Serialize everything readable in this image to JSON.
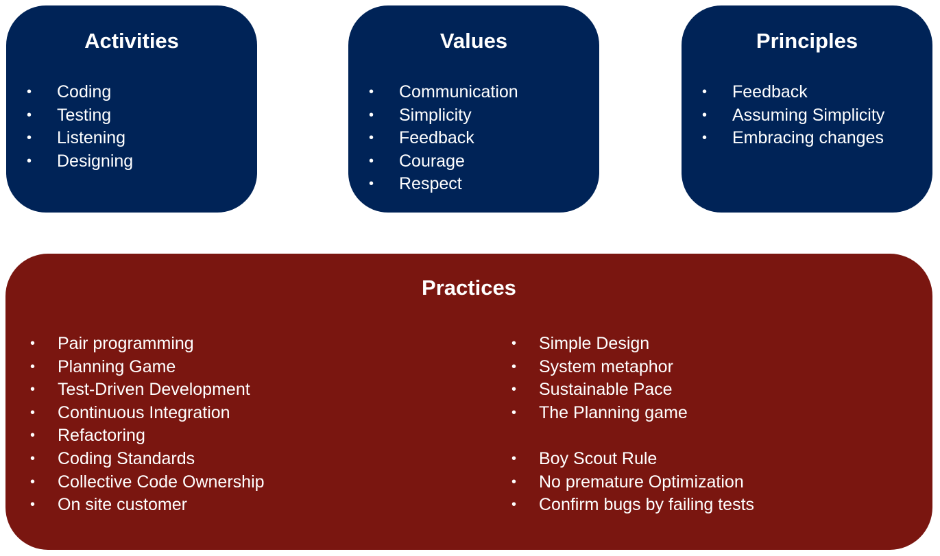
{
  "activities": {
    "title": "Activities",
    "items": [
      "Coding",
      "Testing",
      "Listening",
      "Designing"
    ]
  },
  "values": {
    "title": "Values",
    "items": [
      "Communication",
      "Simplicity",
      "Feedback",
      "Courage",
      "Respect"
    ]
  },
  "principles": {
    "title": "Principles",
    "items": [
      "Feedback",
      "Assuming Simplicity",
      "Embracing changes"
    ]
  },
  "practices": {
    "title": "Practices",
    "left": [
      "Pair programming",
      "Planning Game",
      "Test-Driven Development",
      "Continuous Integration",
      "Refactoring",
      "Coding Standards",
      "Collective Code Ownership",
      "On site customer"
    ],
    "right_top": [
      "Simple Design",
      "System metaphor",
      "Sustainable Pace",
      "The Planning game"
    ],
    "right_bottom": [
      "Boy Scout Rule",
      "No premature Optimization",
      "Confirm bugs by failing tests"
    ]
  },
  "bullet": "•",
  "colors": {
    "navy": "#002357",
    "red": "#7a1610"
  }
}
